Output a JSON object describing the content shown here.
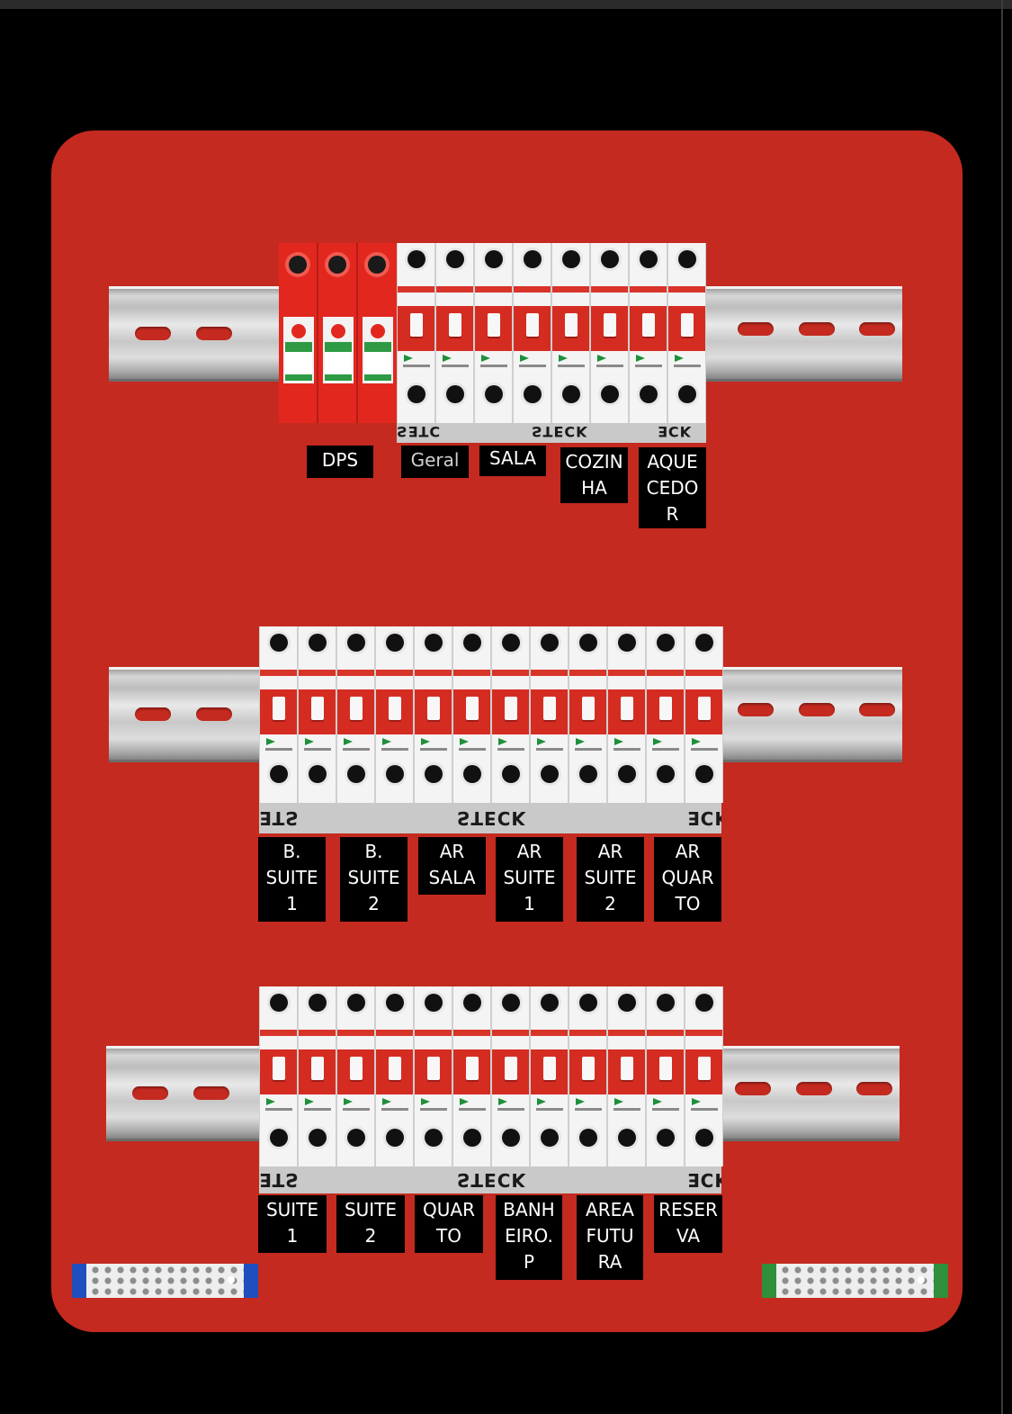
{
  "colors": {
    "panel": "#c42a1f",
    "rail": "#c8c8c8",
    "label_bg": "#000000",
    "label_text": "#ffffff",
    "neutral_bar_accent": "#1f4fbf",
    "ground_bar_accent": "#2f8f3a"
  },
  "rows": [
    {
      "labels": [
        "DPS",
        "Geral",
        "SALA",
        "COZIN\nHA",
        "AQUE\nCEDO\nR"
      ]
    },
    {
      "labels": [
        "B.\nSUITE\n1",
        "B.\nSUITE\n2",
        "AR\nSALA",
        "AR\nSUITE\n1",
        "AR\nSUITE\n2",
        "AR\nQUAR\nTO"
      ]
    },
    {
      "labels": [
        "SUITE\n1",
        "SUITE\n2",
        "QUAR\nTO",
        "BANH\nEIRO.\nP",
        "AREA\nFUTU\nRA",
        "RESER\nVA"
      ]
    }
  ],
  "terminal_bars": [
    {
      "name": "neutral-bar",
      "accent": "#1f4fbf"
    },
    {
      "name": "ground-bar",
      "accent": "#2f8f3a"
    }
  ]
}
